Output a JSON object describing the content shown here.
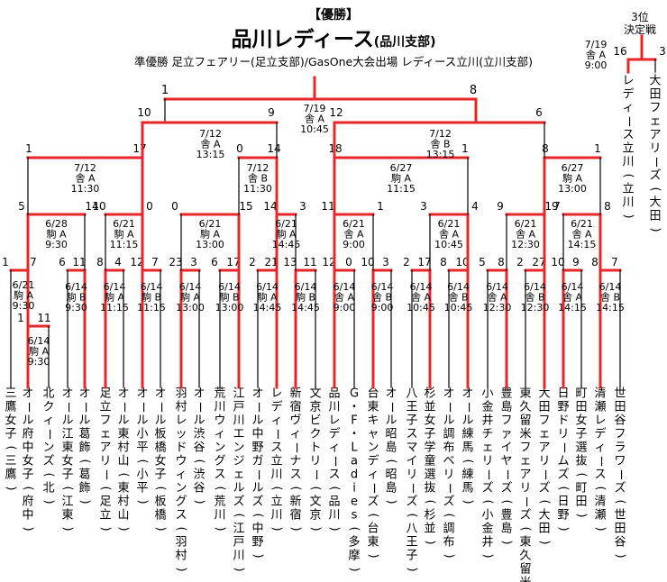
{
  "header": {
    "category": "【優勝】",
    "champion": "品川レディース",
    "champion_branch": "(品川支部)",
    "subline": "準優勝 足立フェアリー(足立支部)/GasOne大会出場 レディース立川(立川支部)"
  },
  "third_place": {
    "title_line1": "3位",
    "title_line2": "決定戦",
    "schedule": [
      "7/19",
      "舎 A",
      "9:00"
    ],
    "left_score": "16",
    "right_score": "3",
    "left_team": "レディース立川(立川)",
    "right_team": "大田フェアリーズ(大田)"
  },
  "teams": [
    "三鷹女子(三鷹)",
    "オール府中女子(府中)",
    "北クィーンズ(北)",
    "オール江東女子(江東)",
    "オール葛飾(葛飾)",
    "足立フェアリー(足立)",
    "オール東村山(東村山)",
    "オール小平(小平)",
    "オール板橋女子(板橋)",
    "羽村レッドウィングス(羽村)",
    "オール渋谷(渋谷)",
    "荒川ウィングス(荒川)",
    "江戸川エンジェルズ(江戸川)",
    "オール中野ガールズ(中野)",
    "レディース立川(立川)",
    "新宿ヴィーナス(新宿)",
    "文京ビクトリー(文京)",
    "品川レディース(品川)",
    "G・F・Ladies(多摩)",
    "台東キャンディーズ(台東)",
    "オール昭島(昭島)",
    "八王子スマイリーズ(八王子)",
    "杉並女子学童選抜(杉並)",
    "オール調布ベリーズ(調布)",
    "オール練馬(練馬)",
    "小金井チェリーズ(小金井)",
    "豊島ファイヤーズ(豊島)",
    "東久留米フェアリーズ(東久留米)",
    "大田フェアリーズ(大田)",
    "日野ドリームズ(日野)",
    "町田女子選抜(町田)",
    "清瀬レディース(清瀬)",
    "世田谷フラワーズ(世田谷)"
  ],
  "scores": {
    "r0": [
      "1",
      "11"
    ],
    "r1": [
      "1",
      "7"
    ],
    "r2": [
      "6",
      "11",
      "8",
      "4",
      "12",
      "7",
      "23",
      "3",
      "6",
      "17",
      "2",
      "21",
      "13",
      "11",
      "12",
      "0",
      "10",
      "3",
      "2",
      "17",
      "8",
      "10",
      "5",
      "8",
      "2",
      "27",
      "10",
      "9",
      "8",
      "7"
    ],
    "r3": [
      "5",
      "14",
      "10",
      "0",
      "0",
      "15",
      "14",
      "3",
      "11",
      "1",
      "3",
      "4",
      "9",
      "19",
      "7",
      "8"
    ],
    "r4": [
      "1",
      "17",
      "0",
      "14",
      "18",
      "1",
      "8",
      "1"
    ],
    "r5": [
      "10",
      "9",
      "12",
      "6"
    ],
    "final": [
      "1",
      "8"
    ]
  },
  "schedules": {
    "r0": [
      "6/14",
      "駒 A",
      "9:30"
    ],
    "r1": [
      "6/21",
      "駒 A",
      "9:30"
    ],
    "r2": [
      [
        "6/14",
        "駒 B",
        "9:30"
      ],
      [
        "6/14",
        "駒 A",
        "11:15"
      ],
      [
        "6/14",
        "駒 B",
        "11:15"
      ],
      [
        "6/14",
        "駒 A",
        "13:00"
      ],
      [
        "6/14",
        "駒 B",
        "13:00"
      ],
      [
        "6/14",
        "駒 A",
        "14:45"
      ],
      [
        "6/14",
        "駒 B",
        "14:45"
      ],
      [
        "6/14",
        "舎 A",
        "9:00"
      ],
      [
        "6/14",
        "舎 B",
        "9:00"
      ],
      [
        "6/14",
        "舎 A",
        "10:45"
      ],
      [
        "6/14",
        "舎 B",
        "10:45"
      ],
      [
        "6/14",
        "舎 A",
        "12:30"
      ],
      [
        "6/14",
        "舎 B",
        "12:30"
      ],
      [
        "6/14",
        "舎 A",
        "14:15"
      ],
      [
        "6/14",
        "舎 B",
        "14:15"
      ]
    ],
    "r3": [
      [
        "6/28",
        "駒 A",
        "9:30"
      ],
      [
        "6/21",
        "駒 A",
        "11:15"
      ],
      [
        "6/21",
        "駒 A",
        "13:00"
      ],
      [
        "6/21",
        "駒 A",
        "14:45"
      ],
      [
        "6/21",
        "舎 A",
        "9:00"
      ],
      [
        "6/21",
        "舎 A",
        "10:45"
      ],
      [
        "6/21",
        "舎 A",
        "12:30"
      ],
      [
        "6/21",
        "舎 A",
        "14:15"
      ]
    ],
    "r4": [
      [
        "7/12",
        "舎 A",
        "11:30"
      ],
      [
        "7/12",
        "舎 B",
        "11:30"
      ],
      [
        "6/27",
        "駒 A",
        "11:15"
      ],
      [
        "6/27",
        "駒 A",
        "13:00"
      ]
    ],
    "r5": [
      [
        "7/12",
        "舎 A",
        "13:15"
      ],
      [
        "7/12",
        "舎 B",
        "13:15"
      ]
    ],
    "final": [
      "7/19",
      "舎 A",
      "10:45"
    ]
  },
  "colors": {
    "winner": "#e8262a",
    "line": "#000000"
  }
}
